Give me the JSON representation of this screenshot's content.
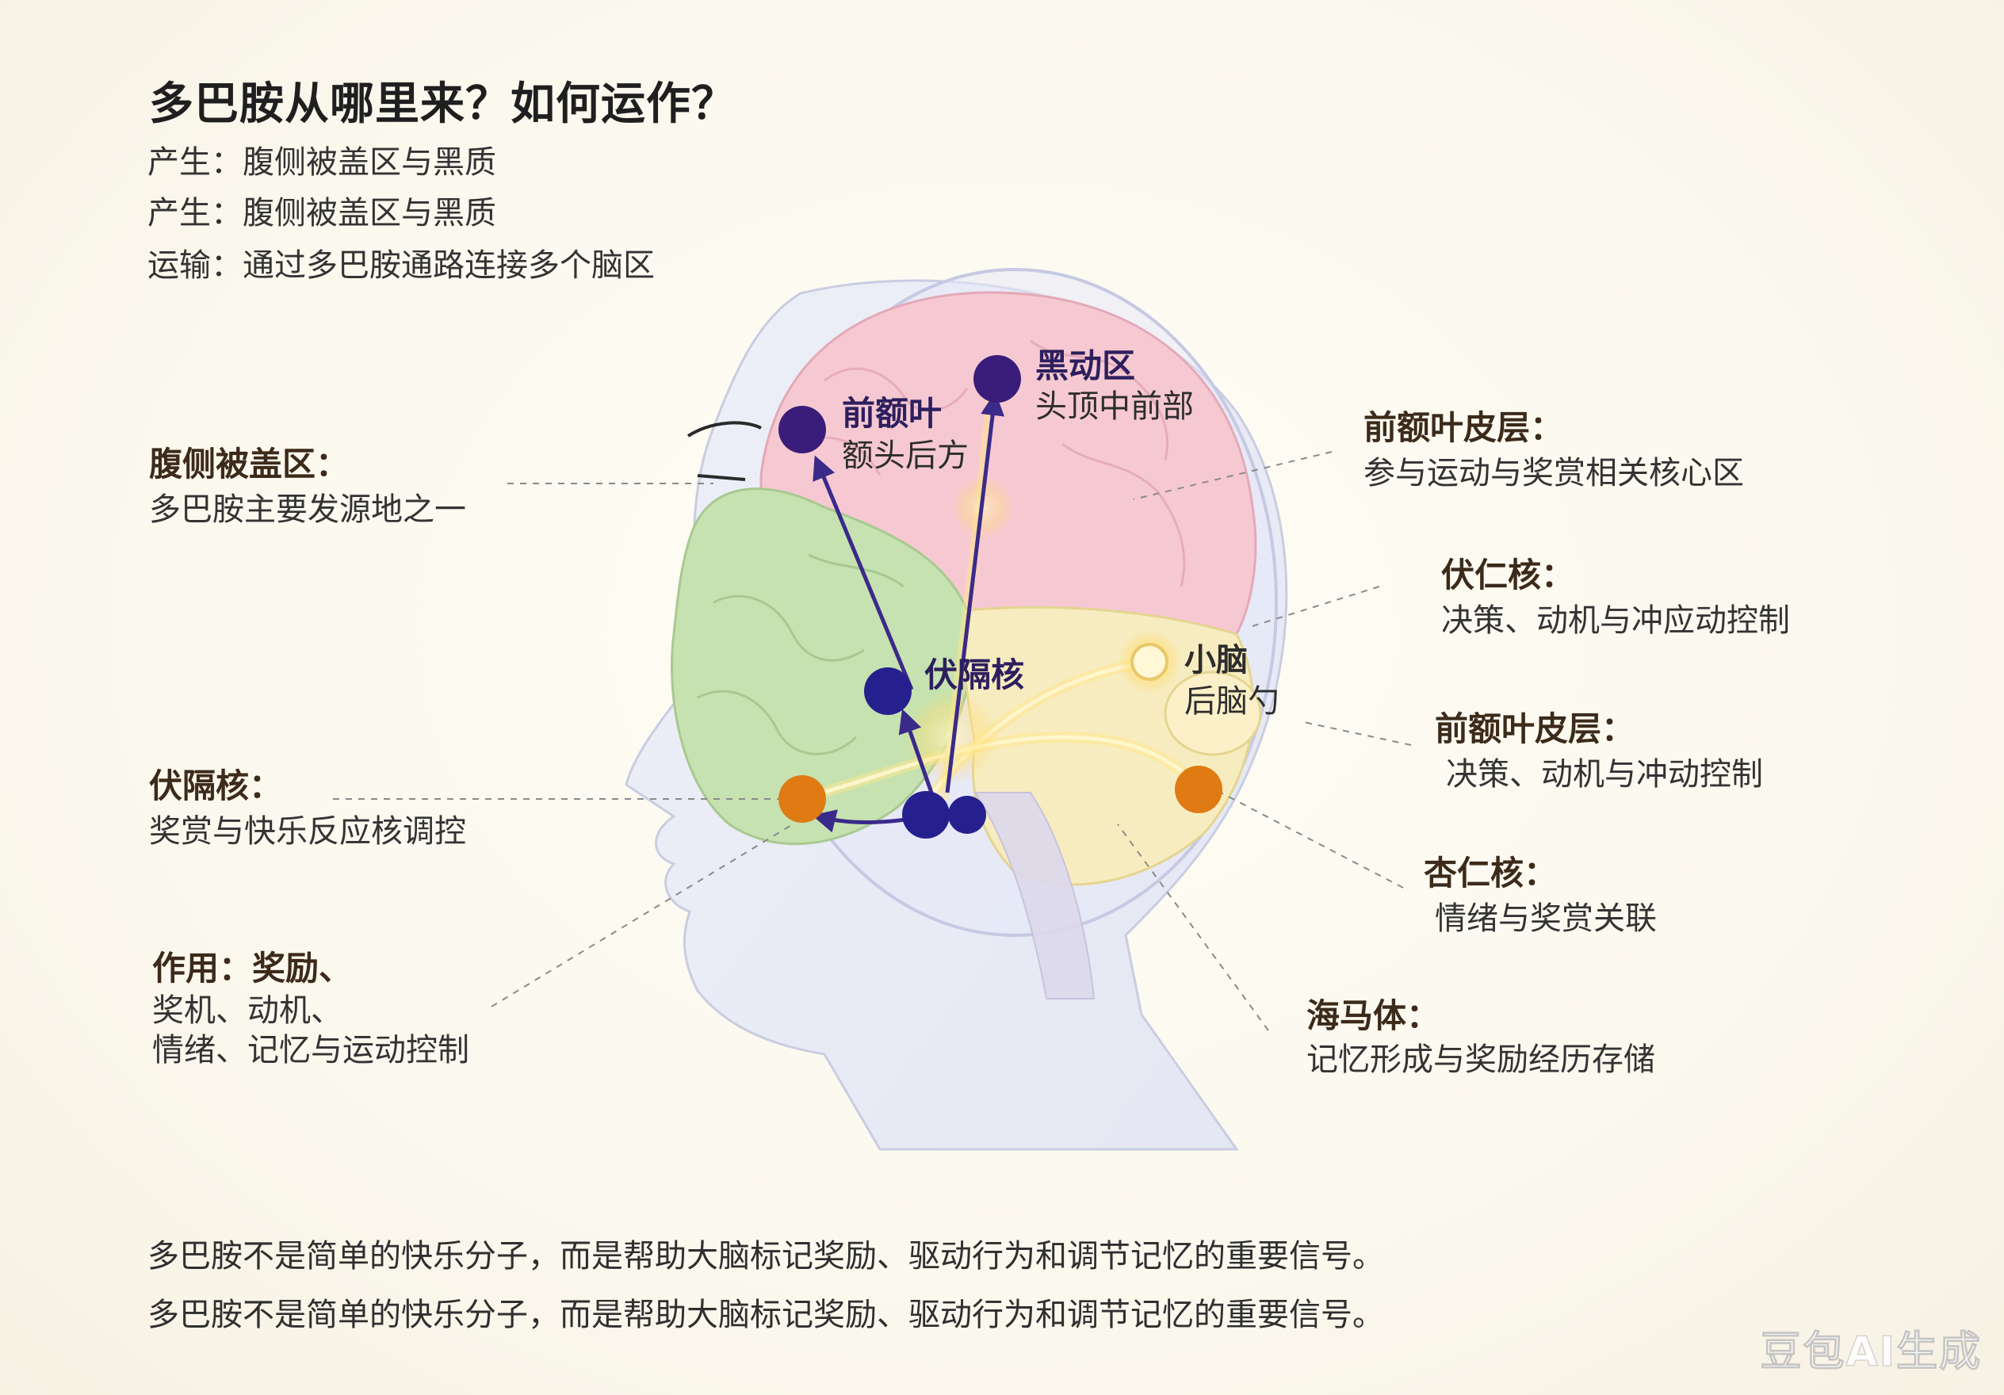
{
  "title": "多巴胺从哪里来？如何运作？",
  "intro": [
    "产生：腹侧被盖区与黑质",
    "产生：腹侧被盖区与黑质",
    "运输：通过多巴胺通路连接多个脑区"
  ],
  "left_labels": {
    "vta": {
      "head": "腹侧被盖区：",
      "desc": "多巴胺主要发源地之一"
    },
    "nacc": {
      "head": "伏隔核：",
      "desc": "奖赏与快乐反应核调控"
    },
    "function": {
      "head": "作用：奖励、",
      "line2": "奖机、动机、",
      "line3": "情绪、记忆与运动控制"
    }
  },
  "right_labels": {
    "pfc1": {
      "head": "前额叶皮层：",
      "desc": "参与运动与奖赏相关核心区"
    },
    "nacc2": {
      "head": "伏仁核：",
      "desc": "决策、动机与冲应动控制"
    },
    "pfc2": {
      "head": "前额叶皮层：",
      "desc": "决策、动机与冲动控制"
    },
    "amygdala": {
      "head": "杏仁核：",
      "desc": "情绪与奖赏关联"
    },
    "hippocampus": {
      "head": "海马体：",
      "desc": "记忆形成与奖励经历存储"
    }
  },
  "regions": {
    "frontal": {
      "name": "前额叶",
      "desc": "额头后方"
    },
    "motor": {
      "name": "黑动区",
      "desc": "头顶中前部"
    },
    "nacc": {
      "name": "伏隔核"
    },
    "cerebellum": {
      "name": "小脑",
      "desc": "后脑勺"
    }
  },
  "footer": [
    "多巴胺不是简单的快乐分子，而是帮助大脑标记奖励、驱动行为和调节记忆的重要信号。",
    "多巴胺不是简单的快乐分子，而是帮助大脑标记奖励、驱动行为和调节记忆的重要信号。"
  ],
  "watermark": "豆包AI生成",
  "colors": {
    "frontal_lobe": "#f6c9d2",
    "green_lobe": "#c6e2b0",
    "yellow_lobe": "#f7ecc0",
    "node_purple": "#3a1d7a",
    "node_blue": "#26208f",
    "node_orange": "#e07a12",
    "arrow": "#3a2a8a",
    "glow": "#ffd86b"
  }
}
